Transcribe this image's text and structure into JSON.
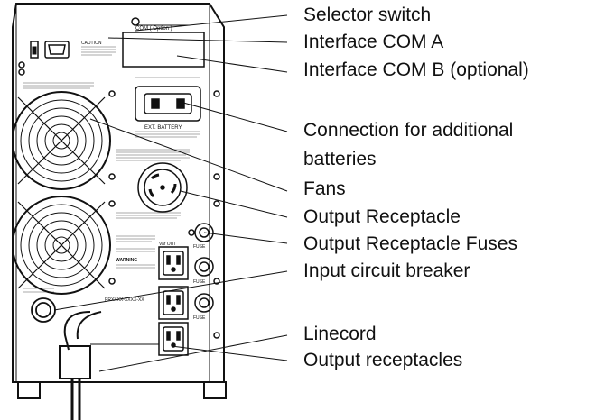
{
  "labels": {
    "selector_switch": "Selector switch",
    "interface_com_a": "Interface COM A",
    "interface_com_b": "Interface COM B (optional)",
    "additional_batteries_line1": "Connection for additional",
    "additional_batteries_line2": "batteries",
    "fans": "Fans",
    "output_receptacle": "Output Receptacle",
    "output_receptacle_fuses": "Output Receptacle Fuses",
    "input_circuit_breaker": "Input circuit breaker",
    "linecord": "Linecord",
    "output_receptacles": "Output receptacles"
  },
  "device_text": {
    "com_option": "COM ( Option )",
    "ext_battery": "EXT. BATTERY",
    "warning": "WARNING",
    "caution": "CAUTION",
    "var_out": "Var OUT",
    "fuse_1": "FUSE",
    "fuse_2": "FUSE",
    "fuse_3": "FUSE",
    "serial": "PRXXXX-XXXX-XX"
  },
  "colors": {
    "line": "#111111",
    "text": "#111111",
    "background": "#ffffff"
  }
}
